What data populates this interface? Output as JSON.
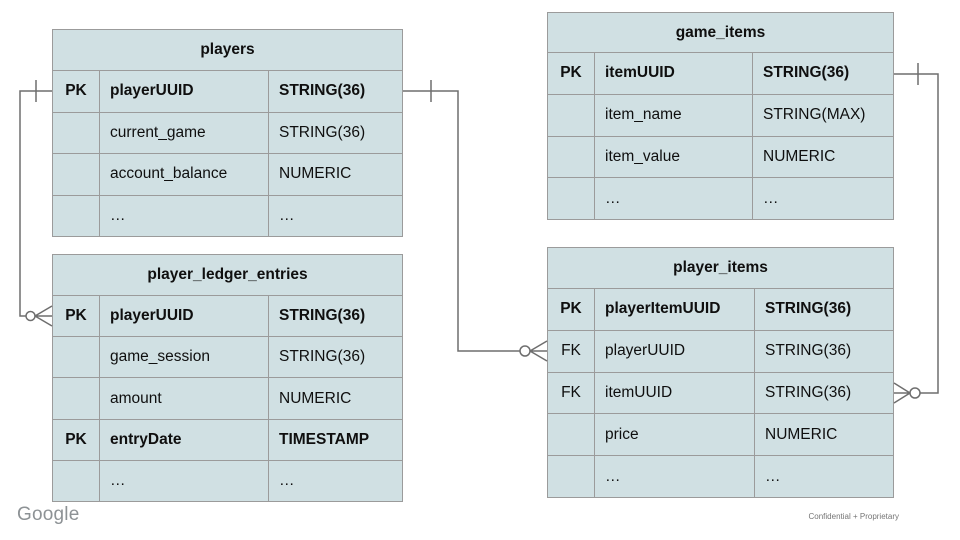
{
  "colors": {
    "table_fill": "#d0e0e3",
    "table_border": "#9b9b9b",
    "connector": "#6e6e6e",
    "text": "#0f0f0f",
    "footer_text": "#8d9295"
  },
  "tables": {
    "players": {
      "title": "players",
      "rows": [
        {
          "key": "PK",
          "name": "playerUUID",
          "type": "STRING(36)",
          "bold": true
        },
        {
          "key": "",
          "name": "current_game",
          "type": "STRING(36)",
          "bold": false
        },
        {
          "key": "",
          "name": "account_balance",
          "type": "NUMERIC",
          "bold": false
        },
        {
          "key": "",
          "name": "…",
          "type": "…",
          "bold": false
        }
      ]
    },
    "player_ledger_entries": {
      "title": "player_ledger_entries",
      "rows": [
        {
          "key": "PK",
          "name": "playerUUID",
          "type": "STRING(36)",
          "bold": true
        },
        {
          "key": "",
          "name": "game_session",
          "type": "STRING(36)",
          "bold": false
        },
        {
          "key": "",
          "name": "amount",
          "type": "NUMERIC",
          "bold": false
        },
        {
          "key": "PK",
          "name": "entryDate",
          "type": "TIMESTAMP",
          "bold": true
        },
        {
          "key": "",
          "name": "…",
          "type": "…",
          "bold": false
        }
      ]
    },
    "game_items": {
      "title": "game_items",
      "rows": [
        {
          "key": "PK",
          "name": "itemUUID",
          "type": "STRING(36)",
          "bold": true
        },
        {
          "key": "",
          "name": "item_name",
          "type": "STRING(MAX)",
          "bold": false
        },
        {
          "key": "",
          "name": "item_value",
          "type": "NUMERIC",
          "bold": false
        },
        {
          "key": "",
          "name": "…",
          "type": "…",
          "bold": false
        }
      ]
    },
    "player_items": {
      "title": "player_items",
      "rows": [
        {
          "key": "PK",
          "name": "playerItemUUID",
          "type": "STRING(36)",
          "bold": true
        },
        {
          "key": "FK",
          "name": "playerUUID",
          "type": "STRING(36)",
          "bold": false
        },
        {
          "key": "FK",
          "name": "itemUUID",
          "type": "STRING(36)",
          "bold": false
        },
        {
          "key": "",
          "name": "price",
          "type": "NUMERIC",
          "bold": false
        },
        {
          "key": "",
          "name": "…",
          "type": "…",
          "bold": false
        }
      ]
    }
  },
  "relationships": [
    {
      "from_table": "players",
      "from_column": "playerUUID",
      "from_cardinality": "one",
      "to_table": "player_ledger_entries",
      "to_column": "playerUUID",
      "to_cardinality": "zero-or-many"
    },
    {
      "from_table": "players",
      "from_column": "playerUUID",
      "from_cardinality": "one",
      "to_table": "player_items",
      "to_column": "playerUUID",
      "to_cardinality": "zero-or-many"
    },
    {
      "from_table": "game_items",
      "from_column": "itemUUID",
      "from_cardinality": "one",
      "to_table": "player_items",
      "to_column": "itemUUID",
      "to_cardinality": "zero-or-many"
    }
  ],
  "footer": {
    "brand": "Google",
    "note": "Confidential + Proprietary"
  }
}
